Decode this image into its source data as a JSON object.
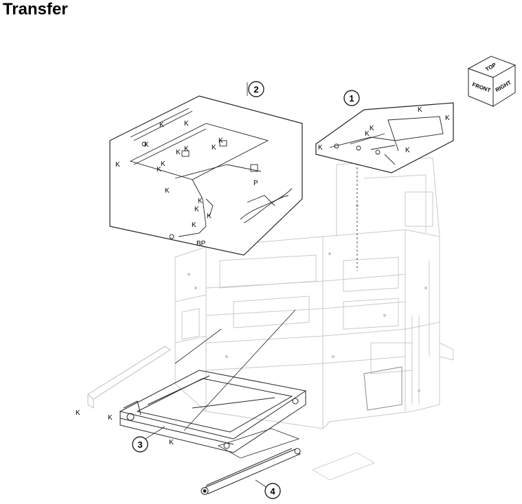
{
  "title": "Transfer",
  "orientation_cube": {
    "top": "TOP",
    "front": "FRONT",
    "right": "RIGHT"
  },
  "callouts": {
    "c1": "1",
    "c2": "2",
    "c3": "3",
    "c4": "4"
  },
  "labels": {
    "k": "K",
    "p": "P",
    "bp": "BP"
  }
}
